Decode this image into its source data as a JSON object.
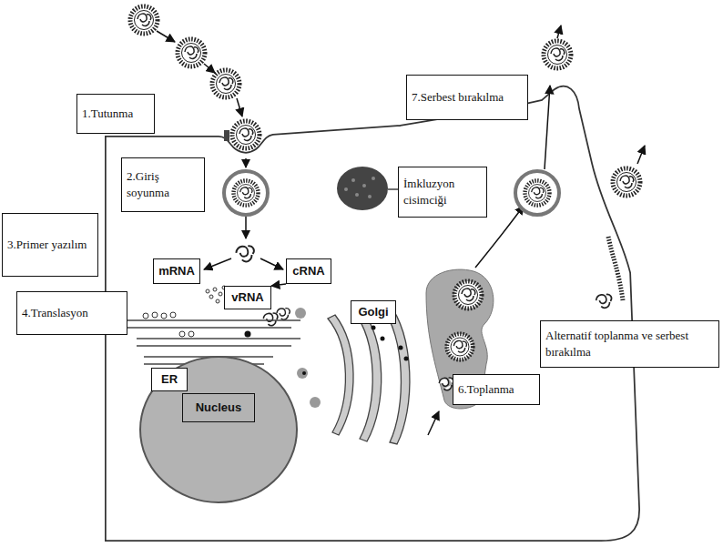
{
  "diagram": {
    "nodes": [
      {
        "text": [
          "1.Tutunma"
        ]
      },
      {
        "text": [
          "7.Serbest bırakılma"
        ]
      },
      {
        "text": [
          "2.Giriş soyunma"
        ]
      },
      {
        "text": [
          "İmkluzyon cisimciği"
        ]
      },
      {
        "text": [
          "3.Primer yazılım"
        ]
      },
      {
        "text": [
          "mRNA"
        ]
      },
      {
        "text": [
          "cRNA"
        ]
      },
      {
        "text": [
          "vRNA"
        ]
      },
      {
        "text": [
          "4.Translasyon"
        ]
      },
      {
        "text": [
          "Golgi"
        ]
      },
      {
        "text": [
          "Alternatif toplanma ve serbest bırakılma"
        ]
      },
      {
        "text": [
          "ER"
        ]
      },
      {
        "text": [
          "6.Toplanma"
        ]
      },
      {
        "text": [
          "Nucleus"
        ]
      }
    ],
    "edges": [
      {
        "from": 6,
        "to": 7,
        "arrow": "to"
      }
    ]
  }
}
